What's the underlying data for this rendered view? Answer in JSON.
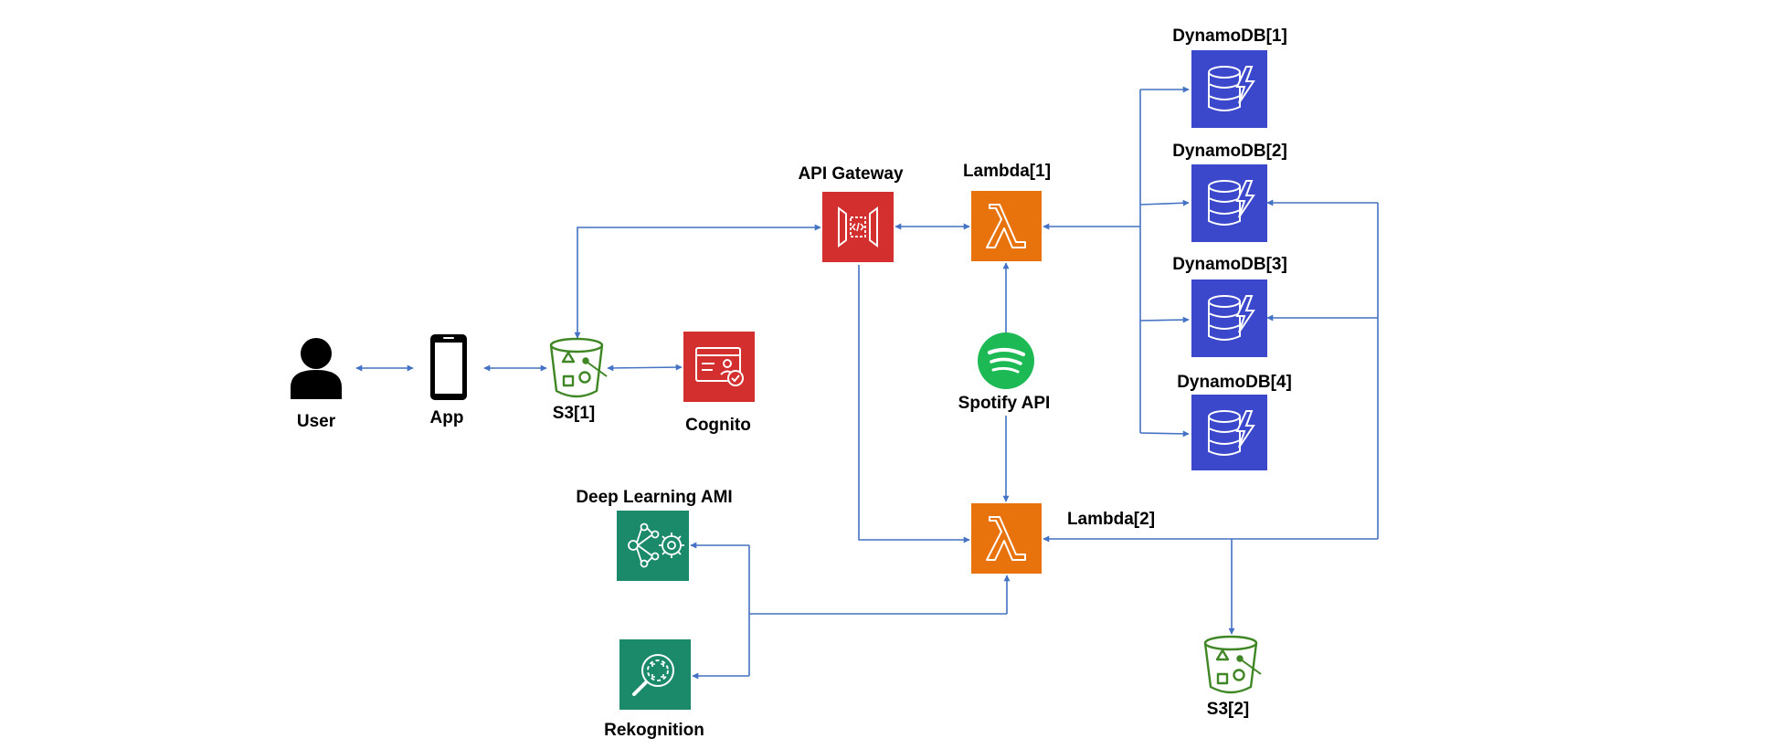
{
  "colors": {
    "connector": "#4472C4",
    "compute": "#E8720C",
    "security": "#D32F2F",
    "database": "#3B48CC",
    "storage": "#3F8624",
    "machine_learning": "#1B8A6B",
    "spotify": "#1DB954",
    "label": "#000000"
  },
  "nodes": {
    "user": {
      "label": "User",
      "icon": "user-icon"
    },
    "app": {
      "label": "App",
      "icon": "mobile-app-icon"
    },
    "s3_1": {
      "label": "S3[1]",
      "icon": "s3-bucket-icon"
    },
    "cognito": {
      "label": "Cognito",
      "icon": "cognito-icon"
    },
    "api_gateway": {
      "label": "API Gateway",
      "icon": "api-gateway-icon"
    },
    "lambda_1": {
      "label": "Lambda[1]",
      "icon": "lambda-icon"
    },
    "lambda_2": {
      "label": "Lambda[2]",
      "icon": "lambda-icon"
    },
    "spotify_api": {
      "label": "Spotify API",
      "icon": "spotify-icon"
    },
    "dynamodb_1": {
      "label": "DynamoDB[1]",
      "icon": "dynamodb-icon"
    },
    "dynamodb_2": {
      "label": "DynamoDB[2]",
      "icon": "dynamodb-icon"
    },
    "dynamodb_3": {
      "label": "DynamoDB[3]",
      "icon": "dynamodb-icon"
    },
    "dynamodb_4": {
      "label": "DynamoDB[4]",
      "icon": "dynamodb-icon"
    },
    "deep_learning_ami": {
      "label": "Deep Learning AMI",
      "icon": "deep-learning-ami-icon"
    },
    "rekognition": {
      "label": "Rekognition",
      "icon": "rekognition-icon"
    },
    "s3_2": {
      "label": "S3[2]",
      "icon": "s3-bucket-icon"
    }
  },
  "edges": [
    {
      "from": "user",
      "to": "app",
      "direction": "both"
    },
    {
      "from": "app",
      "to": "s3_1",
      "direction": "both"
    },
    {
      "from": "s3_1",
      "to": "cognito",
      "direction": "both"
    },
    {
      "from": "s3_1",
      "to": "api_gateway",
      "direction": "both"
    },
    {
      "from": "api_gateway",
      "to": "lambda_1",
      "direction": "both"
    },
    {
      "from": "api_gateway",
      "to": "lambda_2",
      "direction": "forward"
    },
    {
      "from": "spotify_api",
      "to": "lambda_1",
      "direction": "forward"
    },
    {
      "from": "spotify_api",
      "to": "lambda_2",
      "direction": "forward"
    },
    {
      "from": "dynamodb",
      "to": "lambda_1",
      "direction": "both"
    },
    {
      "from": "dynamodb",
      "to": "lambda_2",
      "direction": "both"
    },
    {
      "from": "lambda_2",
      "to": "s3_2",
      "direction": "forward"
    },
    {
      "from": "lambda_2",
      "to": "deep_learning_ami",
      "direction": "both"
    },
    {
      "from": "lambda_2",
      "to": "rekognition",
      "direction": "both"
    }
  ]
}
